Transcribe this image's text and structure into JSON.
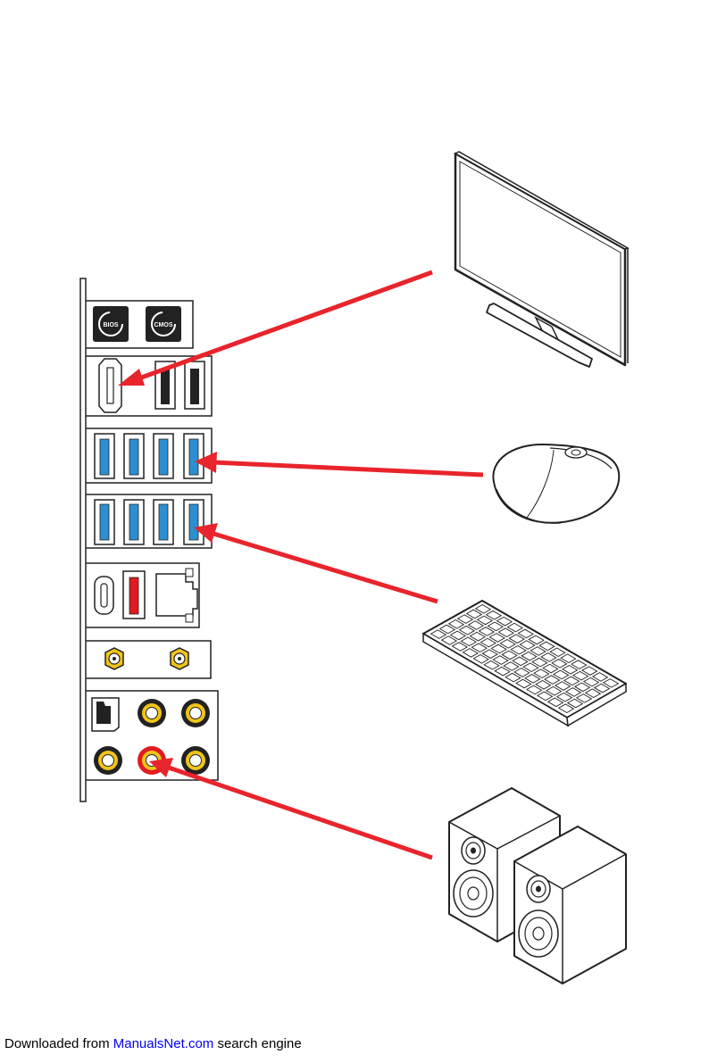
{
  "io_panel": {
    "buttons": [
      {
        "label": "BIOS"
      },
      {
        "label": "CMOS"
      }
    ]
  },
  "devices": [
    {
      "name": "monitor",
      "icon": "monitor-icon"
    },
    {
      "name": "mouse",
      "icon": "mouse-icon"
    },
    {
      "name": "keyboard",
      "icon": "keyboard-icon"
    },
    {
      "name": "speakers",
      "icon": "speakers-icon"
    }
  ],
  "colors": {
    "arrow": "#e8242c",
    "usb": "#2d8fd0",
    "usb_red": "#e11b22",
    "gold": "#f0c419",
    "panel_stroke": "#222222"
  },
  "footer": {
    "prefix": "Downloaded from ",
    "link": "ManualsNet.com",
    "suffix": " search engine"
  }
}
